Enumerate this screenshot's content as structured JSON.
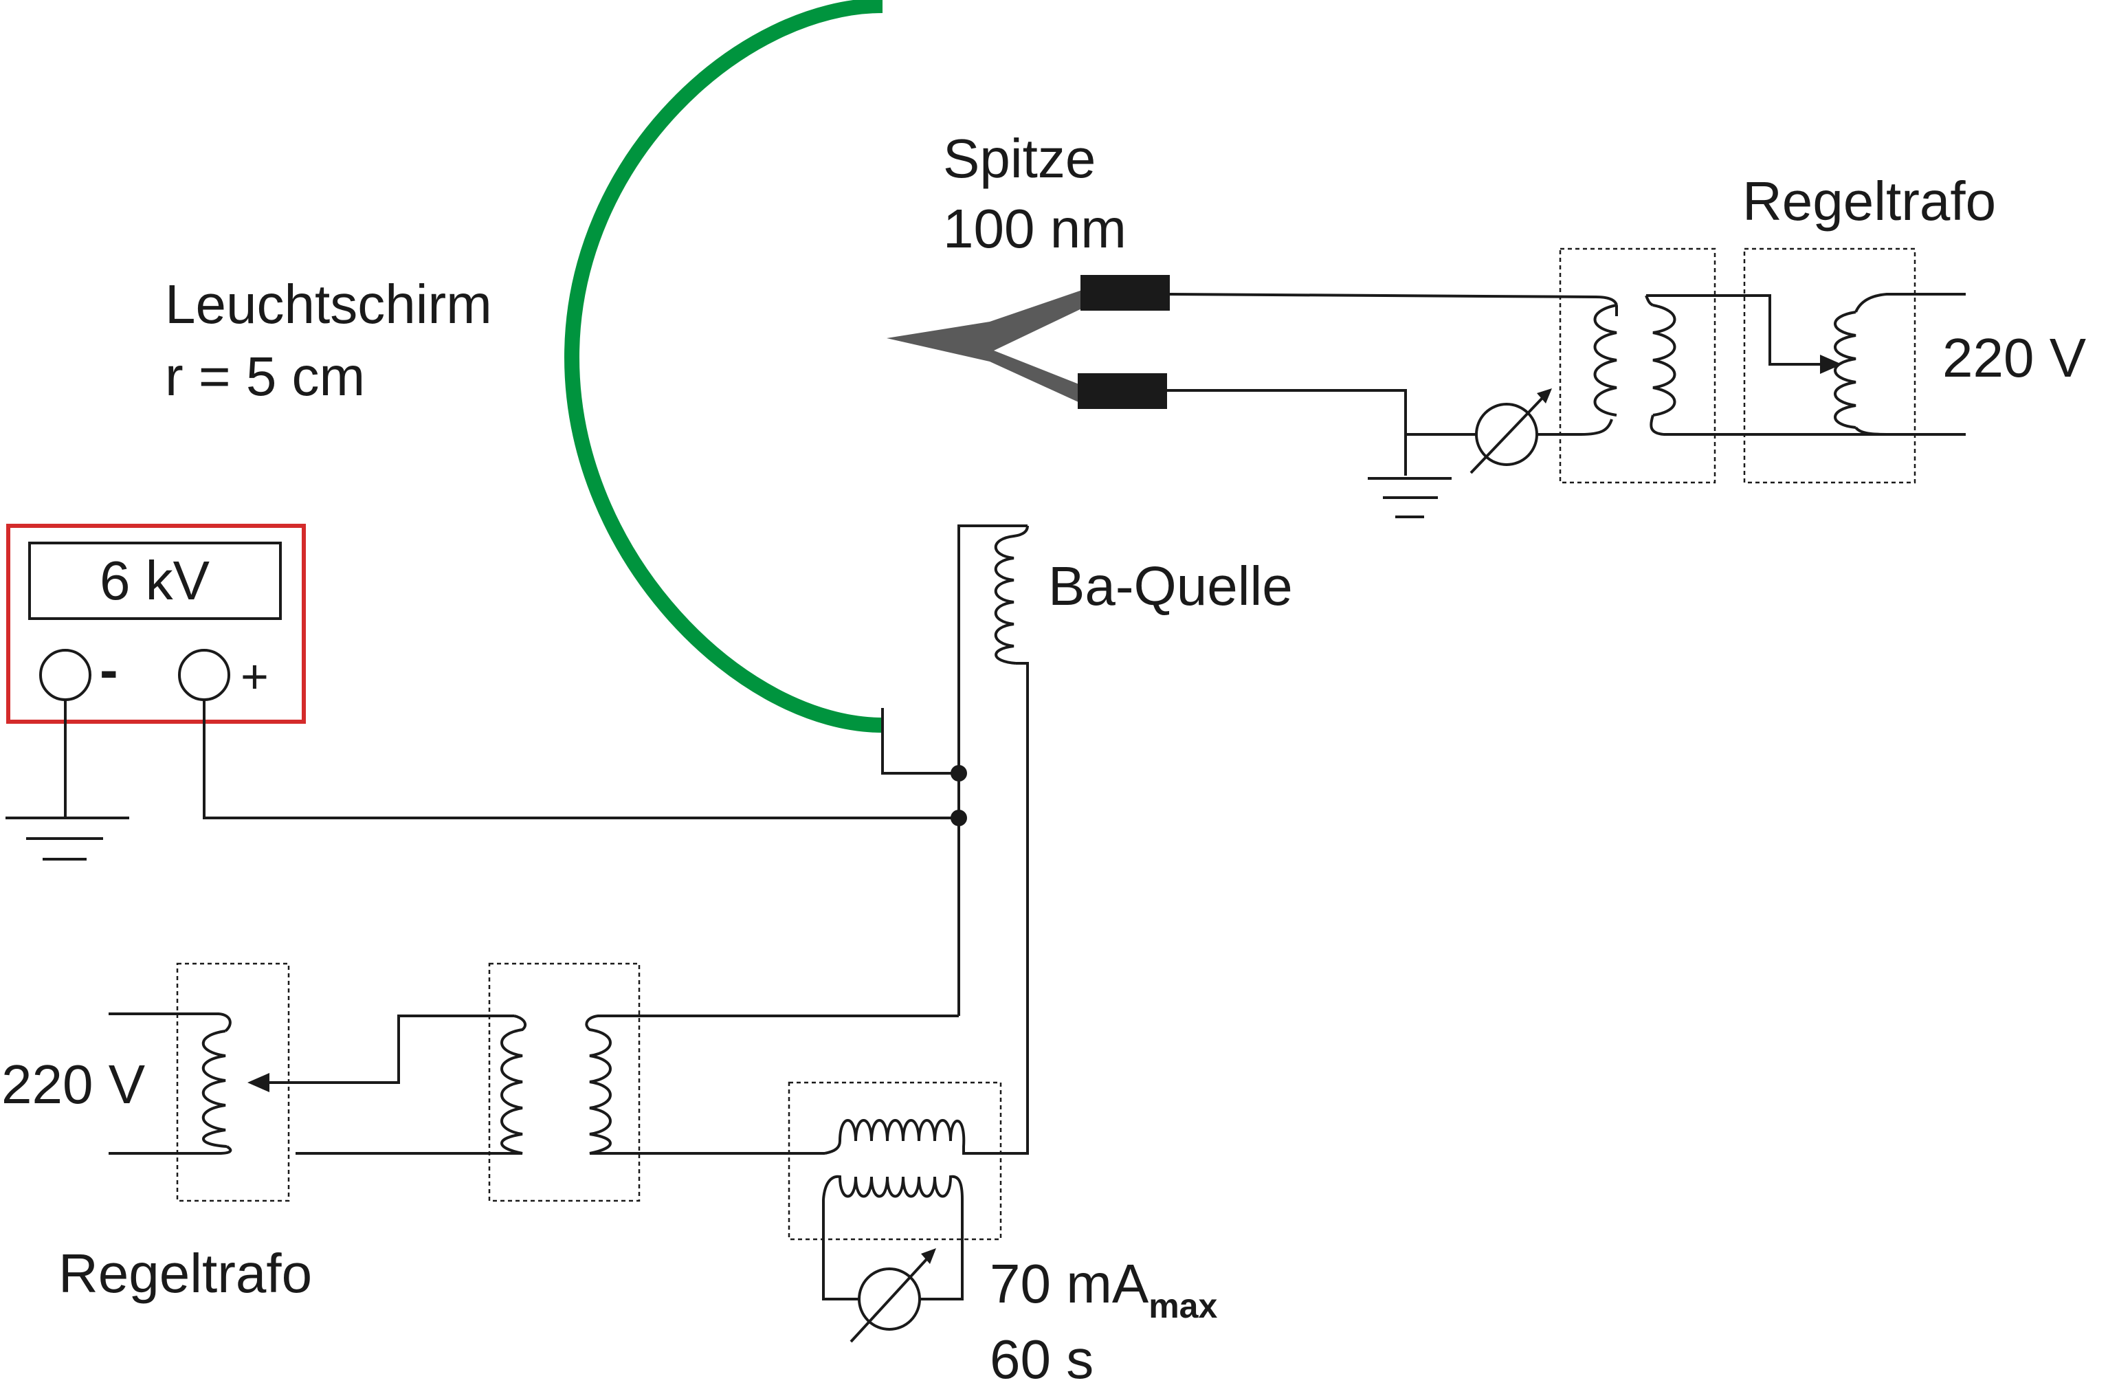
{
  "labels": {
    "screen_name": "Leuchtschirm",
    "screen_radius": "r = 5 cm",
    "tip_name": "Spitze",
    "tip_size": "100 nm",
    "hv_display": "6 kV",
    "hv_minus": "-",
    "hv_plus": "+",
    "source_name": "Ba-Quelle",
    "regeltrafo_top": "Regeltrafo",
    "voltage_top": "220 V",
    "regeltrafo_bottom": "Regeltrafo",
    "voltage_bottom": "220 V",
    "current_value": "70 mA",
    "current_subscript": "max",
    "time_value": "60 s"
  },
  "colors": {
    "screen": "#00943e",
    "supply_frame": "#d42b2b",
    "tip": "#5a5a5a",
    "wire": "#1a1a1a"
  }
}
